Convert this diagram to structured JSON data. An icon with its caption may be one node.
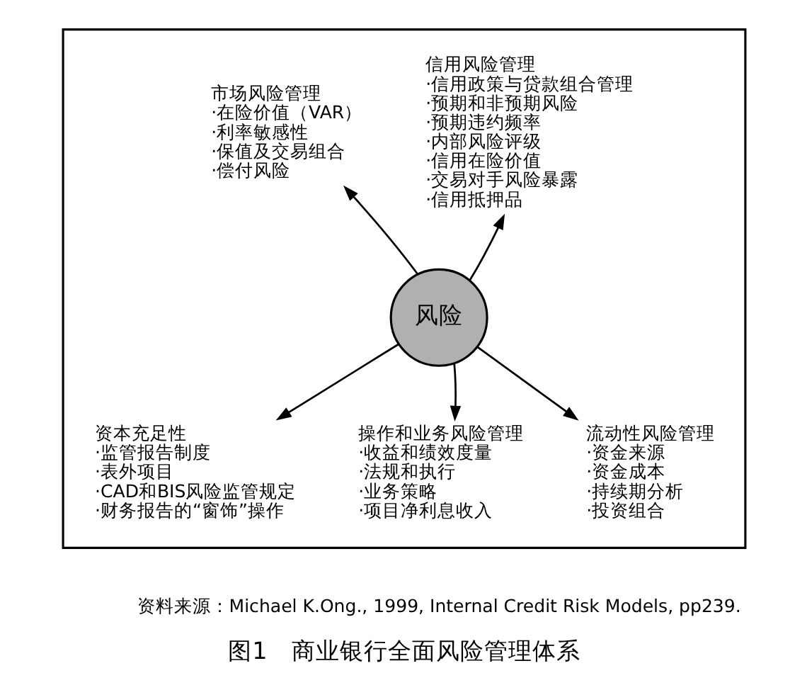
{
  "diagram": {
    "caption": "图1　商业银行全面风险管理体系",
    "nodes": [
      {
        "text": [],
        "shape": "box"
      },
      {
        "text": [
          "市场风险管理",
          "·在险价值（VAR）",
          "·利率敏感性",
          "·保值及交易组合",
          "·偿付风险"
        ],
        "in": 0
      },
      {
        "text": [
          "信用风险管理",
          "·信用政策与贷款组合管理",
          "·预期和非预期风险",
          "·预期违约频率",
          "·内部风险评级",
          "·信用在险价值",
          "·交易对手风险暴露",
          "·信用抵押品"
        ],
        "in": 0
      },
      {
        "text": [
          "风险"
        ],
        "in": 0
      },
      {
        "text": [
          "资本充足性",
          "·监管报告制度",
          "·表外项目",
          "·CAD和BIS风险监管规定",
          "·财务报告的“窗饰”操作"
        ],
        "in": 0
      },
      {
        "text": [
          "操作和业务风险管理",
          "·收益和绩效度量",
          "·法规和执行",
          "·业务策略",
          "·项目净利息收入"
        ],
        "in": 0
      },
      {
        "text": [
          "流动性风险管理",
          "·资金来源",
          "·资金成本",
          "·持续期分析",
          "·投资组合"
        ],
        "in": 0
      }
    ],
    "edges": [
      {
        "from": 3,
        "to": 1,
        "arrow": "to"
      },
      {
        "from": 3,
        "to": 2,
        "arrow": "to"
      },
      {
        "from": 3,
        "to": 4,
        "arrow": "to"
      },
      {
        "from": 3,
        "to": 5,
        "arrow": "to"
      },
      {
        "from": 3,
        "to": 6,
        "arrow": "to"
      }
    ],
    "labels": [
      "资料来源：Michael K.Ong., 1999, Internal Credit Risk Models, pp239."
    ]
  }
}
